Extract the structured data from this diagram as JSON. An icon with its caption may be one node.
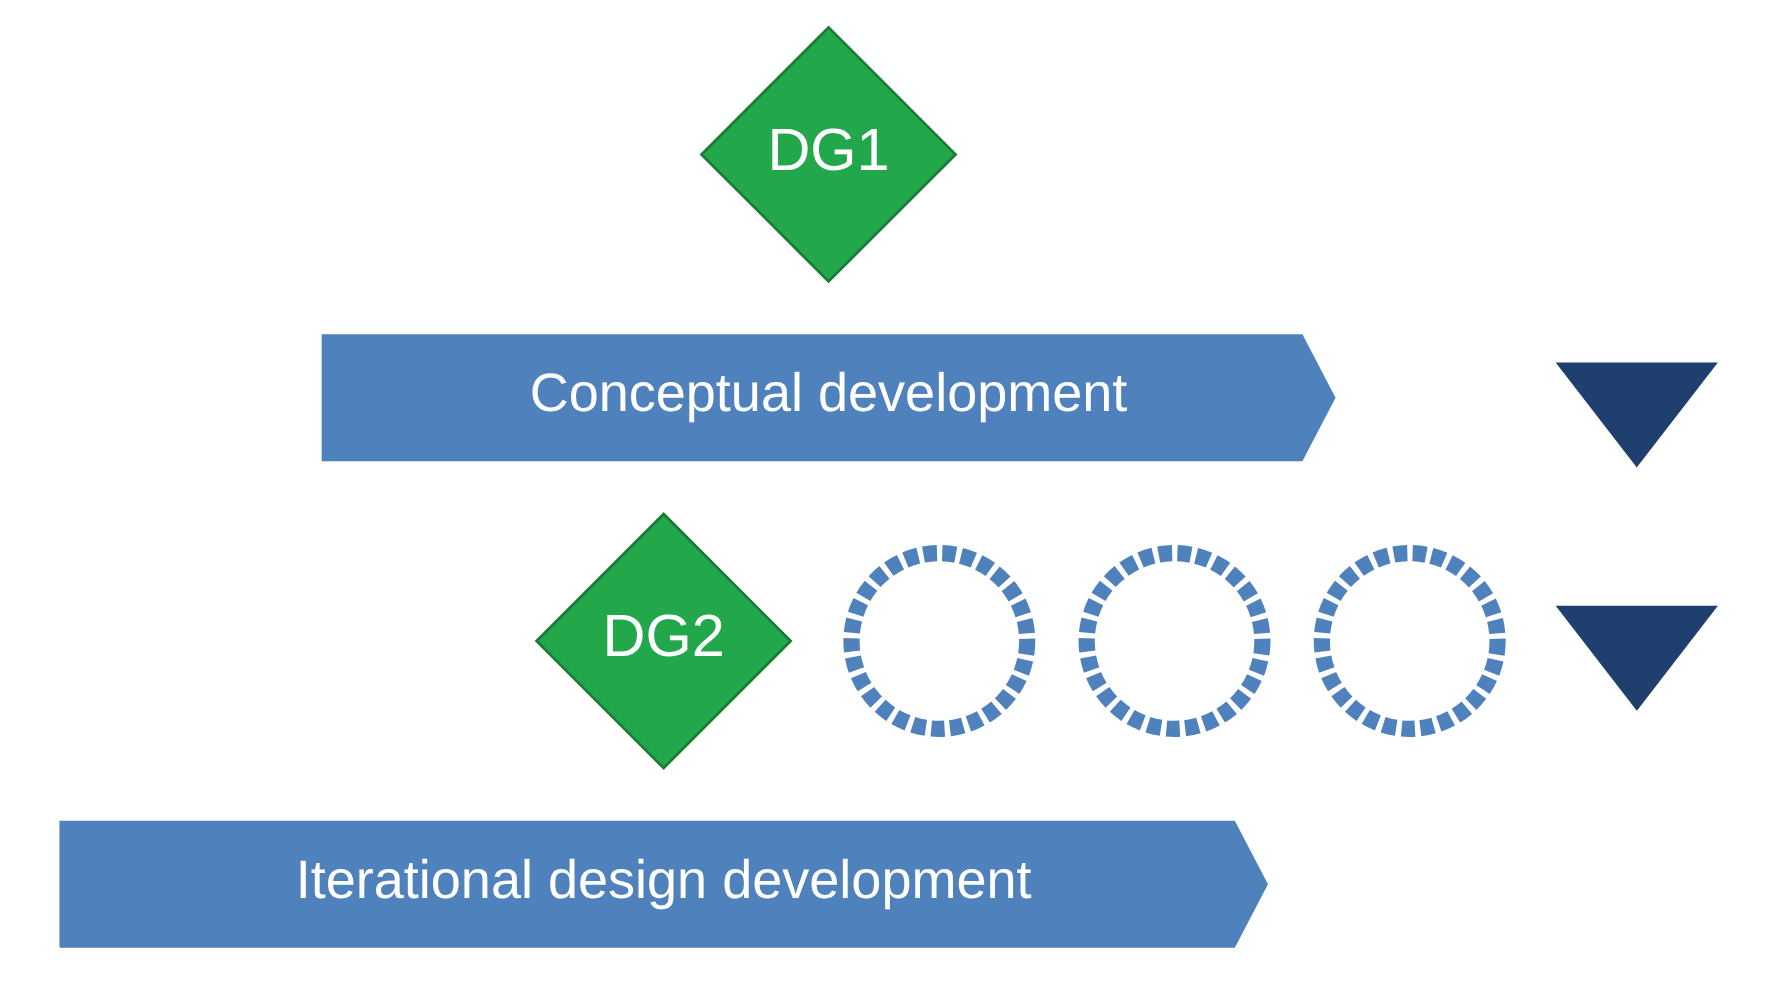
{
  "diagram": {
    "nodes": [
      {
        "text": [
          "DG1"
        ]
      },
      {
        "text": [
          "Conceptual development"
        ]
      },
      {
        "text": [],
        "shape": "triangle"
      },
      {
        "text": [
          "DG2"
        ]
      },
      {
        "text": [],
        "shape": "cycle"
      },
      {
        "text": [],
        "shape": "cycle"
      },
      {
        "text": [],
        "shape": "cycle"
      },
      {
        "text": [],
        "shape": "triangle"
      },
      {
        "text": [
          "Iterational design development"
        ]
      }
    ],
    "edges": []
  }
}
